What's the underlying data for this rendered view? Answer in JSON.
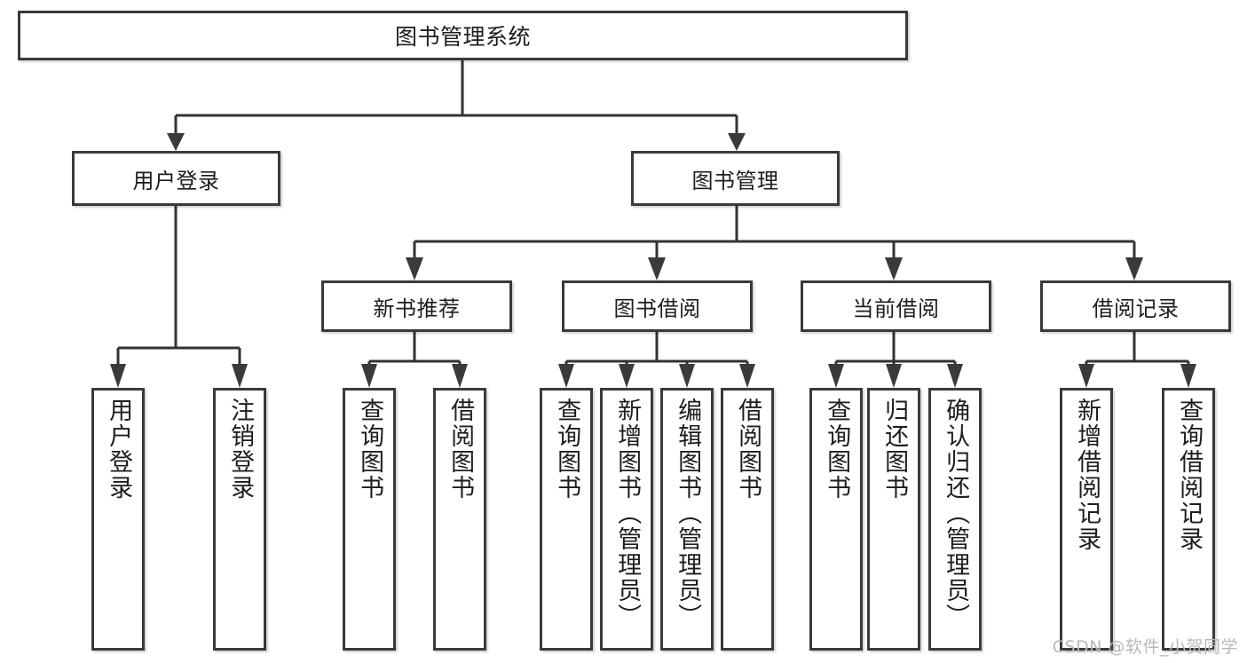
{
  "diagram": {
    "title": "图书管理系统",
    "type": "tree",
    "root": {
      "id": "root",
      "label": "图书管理系统"
    },
    "level2": [
      {
        "id": "user-login",
        "label": "用户登录"
      },
      {
        "id": "book-manage",
        "label": "图书管理"
      }
    ],
    "level3": [
      {
        "id": "new-book-recommend",
        "label": "新书推荐",
        "parent": "book-manage"
      },
      {
        "id": "book-borrow",
        "label": "图书借阅",
        "parent": "book-manage"
      },
      {
        "id": "current-borrow",
        "label": "当前借阅",
        "parent": "book-manage"
      },
      {
        "id": "borrow-record",
        "label": "借阅记录",
        "parent": "book-manage"
      }
    ],
    "leaves": [
      {
        "id": "leaf-user-login",
        "label": "用户登录",
        "parent": "user-login"
      },
      {
        "id": "leaf-user-logout",
        "label": "注销登录",
        "parent": "user-login"
      },
      {
        "id": "leaf-query-book-1",
        "label": "查询图书",
        "parent": "new-book-recommend"
      },
      {
        "id": "leaf-borrow-book-1",
        "label": "借阅图书",
        "parent": "new-book-recommend"
      },
      {
        "id": "leaf-query-book-2",
        "label": "查询图书",
        "parent": "book-borrow"
      },
      {
        "id": "leaf-add-book",
        "label": "新增图书（管理员）",
        "parent": "book-borrow"
      },
      {
        "id": "leaf-edit-book",
        "label": "编辑图书（管理员）",
        "parent": "book-borrow"
      },
      {
        "id": "leaf-borrow-book-2",
        "label": "借阅图书",
        "parent": "book-borrow"
      },
      {
        "id": "leaf-query-book-3",
        "label": "查询图书",
        "parent": "current-borrow"
      },
      {
        "id": "leaf-return-book",
        "label": "归还图书",
        "parent": "current-borrow"
      },
      {
        "id": "leaf-confirm-return",
        "label": "确认归还（管理员）",
        "parent": "current-borrow"
      },
      {
        "id": "leaf-add-record",
        "label": "新增借阅记录",
        "parent": "borrow-record"
      },
      {
        "id": "leaf-query-record",
        "label": "查询借阅记录",
        "parent": "borrow-record"
      }
    ]
  },
  "watermark": {
    "text": "CSDN @软件_小贺同学"
  },
  "colors": {
    "box_border": "#3a3a3a",
    "connector": "#333333",
    "background": "#ffffff",
    "text": "#1d1d1d",
    "watermark": "#b9b9b9"
  }
}
